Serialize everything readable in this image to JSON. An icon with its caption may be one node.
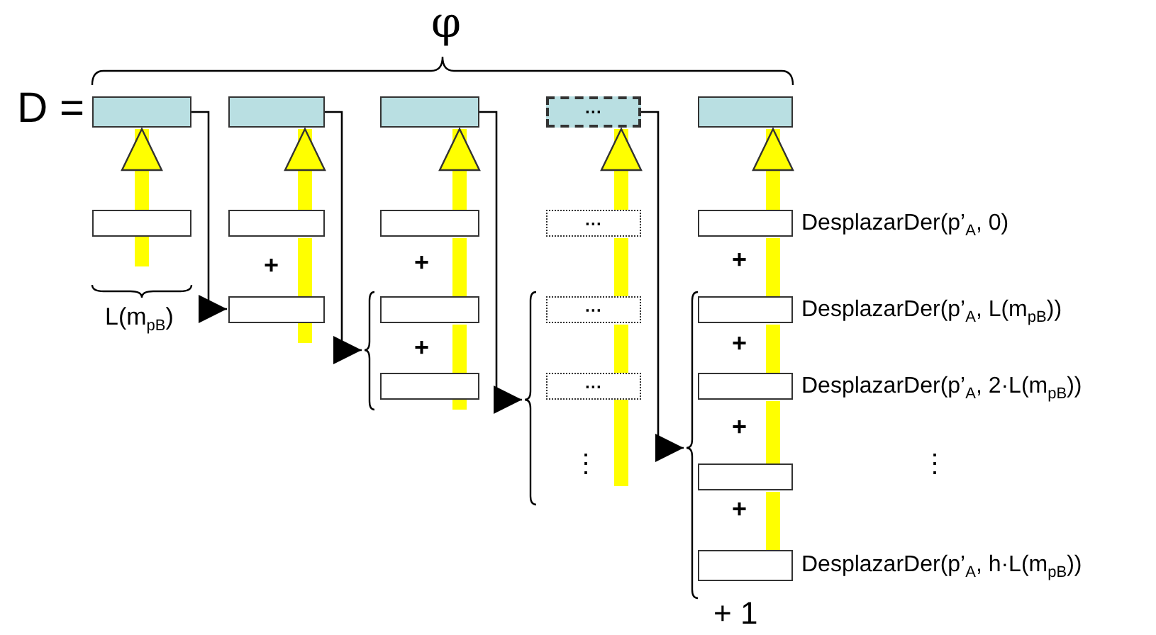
{
  "diagram": {
    "nodes": [
      {
        "text": [],
        "shape": "box"
      },
      {
        "text": [],
        "shape": "box"
      },
      {
        "text": [],
        "shape": "box"
      },
      {
        "text": [
          "···"
        ]
      },
      {
        "text": [],
        "shape": "box"
      },
      {
        "text": [],
        "shape": "box"
      },
      {
        "text": [],
        "shape": "box"
      },
      {
        "text": [],
        "shape": "box"
      },
      {
        "text": [],
        "shape": "box"
      },
      {
        "text": [],
        "shape": "box"
      },
      {
        "text": [],
        "shape": "box"
      },
      {
        "text": [
          "···"
        ]
      },
      {
        "text": [
          "···"
        ]
      },
      {
        "text": [
          "···"
        ]
      },
      {
        "text": [],
        "shape": "box",
        "beside": [
          "DesplazarDer(p’$_{A}$, 0)"
        ]
      },
      {
        "text": [],
        "shape": "box",
        "beside": [
          "DesplazarDer(p’$_{A}$, L(m$_{pB}$))"
        ]
      },
      {
        "text": [],
        "shape": "box",
        "beside": [
          "DesplazarDer(p’$_{A}$, 2·L(m$_{pB}$))"
        ]
      },
      {
        "text": [],
        "shape": "box"
      },
      {
        "text": [],
        "shape": "box",
        "beside": [
          "DesplazarDer(p’$_{A}$, h·L(m$_{pB}$))"
        ]
      }
    ],
    "edges": [
      {
        "from": 5,
        "to": 0,
        "arrow": "to",
        "color": "#ffff00"
      },
      {
        "from": 7,
        "to": 6,
        "arrow": "none",
        "color": "#ffff00"
      },
      {
        "from": 6,
        "to": 1,
        "arrow": "to",
        "color": "#ffff00"
      },
      {
        "from": 10,
        "to": 9,
        "arrow": "none",
        "color": "#ffff00"
      },
      {
        "from": 9,
        "to": 8,
        "arrow": "none",
        "color": "#ffff00"
      },
      {
        "from": 8,
        "to": 2,
        "arrow": "to",
        "color": "#ffff00"
      },
      {
        "from": 13,
        "to": 12,
        "arrow": "none",
        "color": "#ffff00"
      },
      {
        "from": 12,
        "to": 11,
        "arrow": "none",
        "color": "#ffff00"
      },
      {
        "from": 11,
        "to": 3,
        "arrow": "to",
        "color": "#ffff00"
      },
      {
        "from": 18,
        "to": 17,
        "arrow": "none",
        "color": "#ffff00"
      },
      {
        "from": 17,
        "to": 16,
        "arrow": "none",
        "color": "#ffff00"
      },
      {
        "from": 16,
        "to": 15,
        "arrow": "none",
        "color": "#ffff00"
      },
      {
        "from": 15,
        "to": 14,
        "arrow": "none",
        "color": "#ffff00"
      },
      {
        "from": 14,
        "to": 4,
        "arrow": "to",
        "color": "#ffff00"
      },
      {
        "from": 0,
        "to": 7,
        "arrow": "to",
        "color": "#000000"
      },
      {
        "from": 1,
        "to": 9,
        "arrow": "to",
        "color": "#000000"
      },
      {
        "from": 2,
        "to": 13,
        "arrow": "to",
        "color": "#000000"
      },
      {
        "from": 3,
        "to": 17,
        "arrow": "to",
        "color": "#000000"
      }
    ],
    "labels": [
      "φ",
      "D =",
      "+",
      "+",
      "+",
      "L(m$_{pB}$)",
      "+",
      "+",
      "+",
      "⋮",
      "⋮",
      "+",
      "+ 1"
    ]
  }
}
